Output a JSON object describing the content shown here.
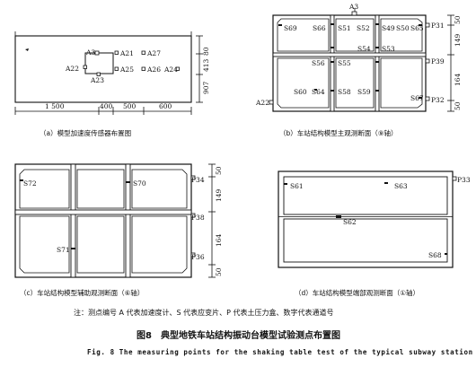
{
  "panel_a": {
    "points": {
      "A21": "A21",
      "A22": "A22",
      "A23": "A23",
      "A24": "A24",
      "A25": "A25",
      "A26": "A26",
      "A27": "A27",
      "A3": "A3"
    },
    "dims_bottom": [
      "1 500",
      "400",
      "500",
      "600"
    ],
    "dims_right": [
      "80",
      "413",
      "907"
    ],
    "caption": "（a）模型加速度传感器布置图"
  },
  "panel_b": {
    "points": {
      "A3": "A3",
      "A22": "A22",
      "S49": "S49",
      "S50": "S50",
      "S51": "S51",
      "S52": "S52",
      "S53": "S53",
      "S54": "S54",
      "S55": "S55",
      "S56": "S56",
      "S58": "S58",
      "S59": "S59",
      "S60": "S60",
      "S64": "S64",
      "S65": "S65",
      "S66": "S66",
      "S67": "S67",
      "S69": "S69",
      "P31": "P31",
      "P32": "P32",
      "P39": "P39"
    },
    "dims_right": [
      "50",
      "149",
      "164",
      "50"
    ],
    "caption": "（b）车站结构模型主观测断面（⑨轴）"
  },
  "panel_c": {
    "points": {
      "S70": "S70",
      "S71": "S71",
      "S72": "S72",
      "P34": "P34",
      "P36": "P36",
      "P38": "P38"
    },
    "dims_right": [
      "50",
      "149",
      "164",
      "50"
    ],
    "caption": "（c）车站结构模型辅助观测断面（⑥轴）"
  },
  "panel_d": {
    "points": {
      "S61": "S61",
      "S62": "S62",
      "S63": "S63",
      "S68": "S68",
      "P33": "P33"
    },
    "caption": "（d）车站结构模型端部观测断面（①轴）"
  },
  "note": "注：测点编号 A 代表加速度计、S 代表应变片、P 代表土压力盒、数字代表通道号",
  "figure_caption": "图8　典型地铁车站结构振动台模型试验测点布置图",
  "figure_caption_en": "Fig. 8   The measuring points for the shaking table test of the typical subway station"
}
